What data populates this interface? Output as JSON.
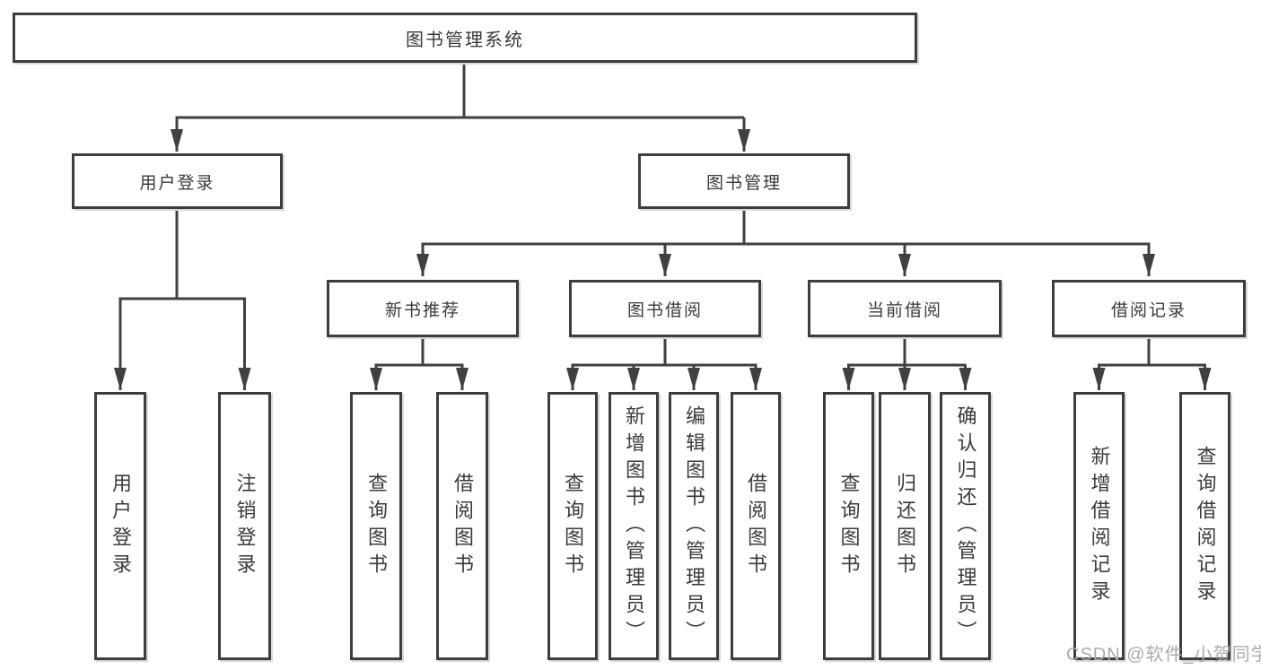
{
  "diagram": {
    "root": {
      "label": "图书管理系统"
    },
    "level1": [
      {
        "label": "用户登录",
        "children": [
          "用户登录",
          "注销登录"
        ]
      },
      {
        "label": "图书管理",
        "groups": [
          {
            "label": "新书推荐",
            "children": [
              "查询图书",
              "借阅图书"
            ]
          },
          {
            "label": "图书借阅",
            "children": [
              "查询图书",
              "新增图书（管理员）",
              "编辑图书（管理员）",
              "借阅图书"
            ]
          },
          {
            "label": "当前借阅",
            "children": [
              "查询图书",
              "归还图书",
              "确认归还（管理员）"
            ]
          },
          {
            "label": "借阅记录",
            "children": [
              "新增借阅记录",
              "查询借阅记录"
            ]
          }
        ]
      }
    ]
  },
  "watermark": {
    "text": "CSDN @软件_小贺同学"
  },
  "colors": {
    "line": "#404040",
    "box_border": "#3d3d3d",
    "text": "#3a3a3a",
    "watermark": "#ababab",
    "background": "#ffffff"
  }
}
